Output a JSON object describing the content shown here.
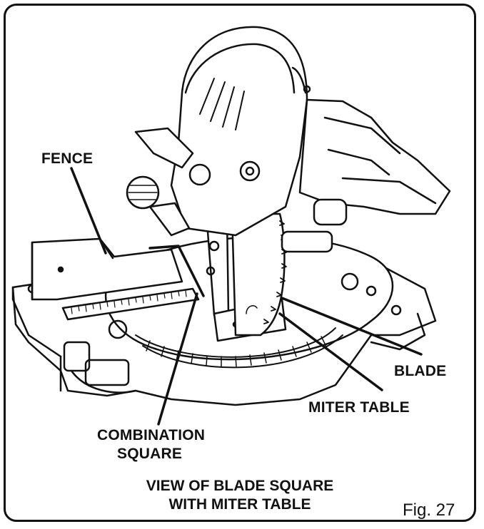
{
  "labels": {
    "fence": "FENCE",
    "blade": "BLADE",
    "miter_table": "MITER TABLE",
    "combination_square_line1": "COMBINATION",
    "combination_square_line2": "SQUARE"
  },
  "caption": {
    "line1": "VIEW OF BLADE SQUARE",
    "line2": "WITH MITER TABLE"
  },
  "figure_number": "Fig. 27"
}
